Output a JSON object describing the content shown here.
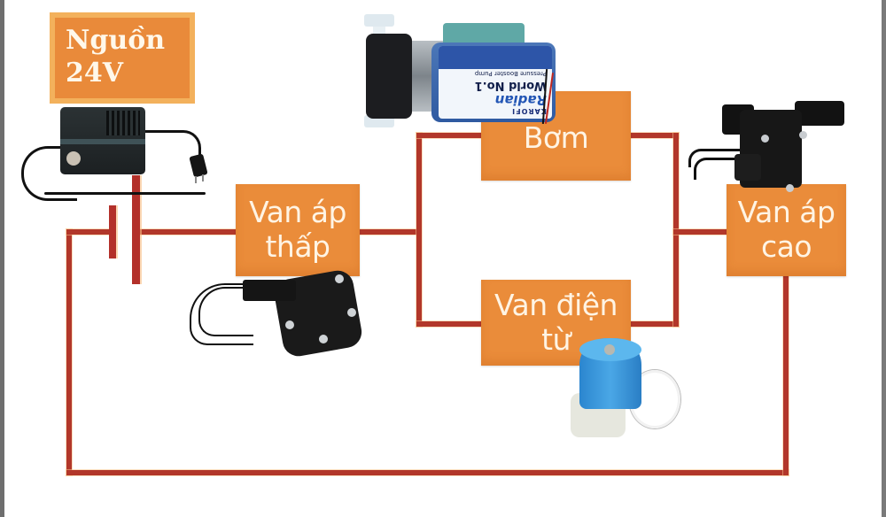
{
  "diagram": {
    "type": "wiring-diagram",
    "source": {
      "label_line1": "Nguồn",
      "label_line2": "24V",
      "icon": "power-adapter-icon"
    },
    "components": [
      {
        "id": "low-pressure-switch",
        "line1": "Van áp",
        "line2": "thấp",
        "icon": "low-pressure-switch-photo"
      },
      {
        "id": "pump",
        "line1": "Bơm",
        "line2": "",
        "icon": "booster-pump-photo"
      },
      {
        "id": "solenoid-valve",
        "line1": "Van điện",
        "line2": "từ",
        "icon": "solenoid-valve-photo"
      },
      {
        "id": "high-pressure-switch",
        "line1": "Van áp",
        "line2": "cao",
        "icon": "high-pressure-switch-photo"
      }
    ],
    "pump_label": {
      "brand": "KAROFI",
      "model": "Radian",
      "slogan": "World No.1",
      "description": "Pressure Booster Pump"
    },
    "connections": [
      {
        "from": "source",
        "to": "low-pressure-switch"
      },
      {
        "from": "low-pressure-switch",
        "to": "pump"
      },
      {
        "from": "low-pressure-switch",
        "to": "solenoid-valve"
      },
      {
        "from": "pump",
        "to": "high-pressure-switch"
      },
      {
        "from": "solenoid-valve",
        "to": "high-pressure-switch"
      },
      {
        "from": "high-pressure-switch",
        "to": "source"
      }
    ],
    "colors": {
      "box_fill": "#ea8c3a",
      "source_border": "#f3b15c",
      "wire": "#b2372a",
      "text": "#fff4e4"
    }
  }
}
